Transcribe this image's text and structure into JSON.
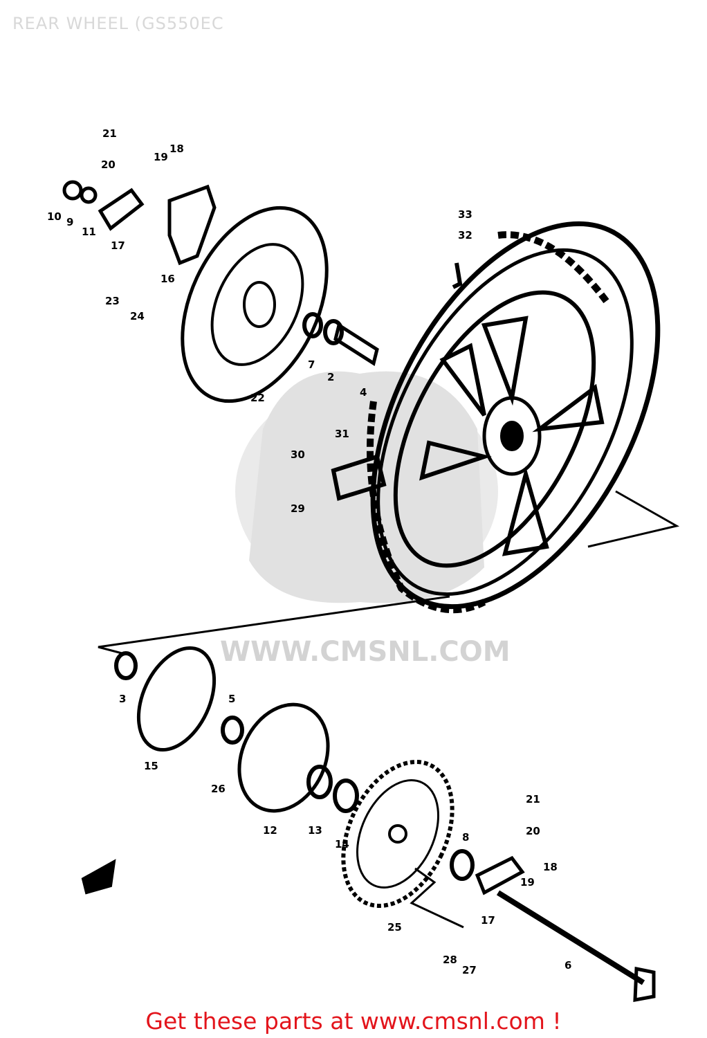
{
  "title": "REAR WHEEL (GS550EC",
  "watermark": "WWW.CMSNL.COM",
  "footer": "Get these parts at www.cmsnl.com !",
  "colors": {
    "footer_text": "#e3141b",
    "watermark": "#cfcfcf",
    "lines": "#000000"
  },
  "callouts": [
    "21",
    "20",
    "19",
    "18",
    "10",
    "9",
    "11",
    "17",
    "16",
    "23",
    "24",
    "33",
    "32",
    "22",
    "7",
    "2",
    "4",
    "31",
    "30",
    "29",
    "3",
    "5",
    "15",
    "26",
    "12",
    "13",
    "14",
    "25",
    "8",
    "21",
    "20",
    "18",
    "19",
    "17",
    "28",
    "27",
    "6"
  ]
}
